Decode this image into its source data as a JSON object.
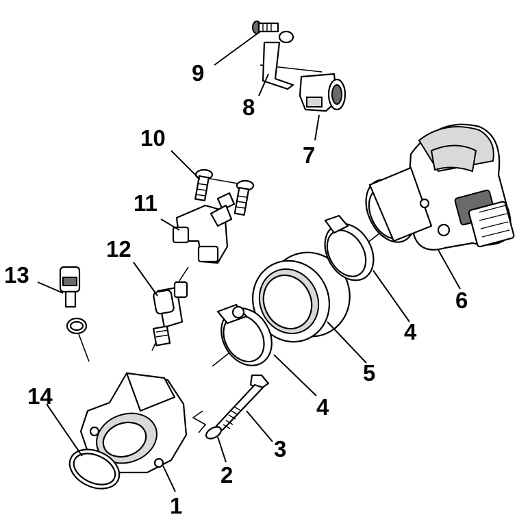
{
  "diagram": {
    "callouts": [
      {
        "id": "c1",
        "text": "1"
      },
      {
        "id": "c2",
        "text": "2"
      },
      {
        "id": "c3",
        "text": "3"
      },
      {
        "id": "c4a",
        "text": "4"
      },
      {
        "id": "c4b",
        "text": "4"
      },
      {
        "id": "c5",
        "text": "5"
      },
      {
        "id": "c6",
        "text": "6"
      },
      {
        "id": "c7",
        "text": "7"
      },
      {
        "id": "c8",
        "text": "8"
      },
      {
        "id": "c9",
        "text": "9"
      },
      {
        "id": "c10",
        "text": "10"
      },
      {
        "id": "c11",
        "text": "11"
      },
      {
        "id": "c12",
        "text": "12"
      },
      {
        "id": "c13",
        "text": "13"
      },
      {
        "id": "c14",
        "text": "14"
      }
    ]
  }
}
